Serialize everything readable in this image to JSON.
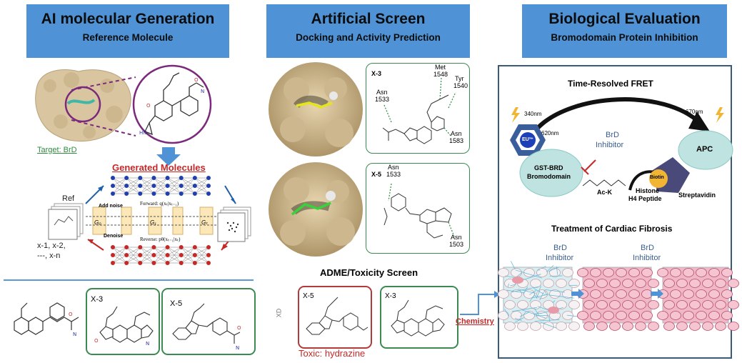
{
  "panels": {
    "left": {
      "title": "AI molecular Generation",
      "subtitle": "Reference Molecule"
    },
    "middle": {
      "title": "Artificial Screen",
      "subtitle": "Docking and Activity Prediction"
    },
    "right": {
      "title": "Biological Evaluation",
      "subtitle": "Bromodomain Protein Inhibition"
    }
  },
  "left": {
    "target_label": "Target: BrD",
    "generated_title": "Generated Molecules",
    "ref_label": "Ref",
    "output_label_1": "x-1, x-2,",
    "output_label_2": "---, x-n",
    "add_noise": "Add noise",
    "denoise": "Denoise",
    "forward": "Forward: q(xₜ|xₜ₋₁)",
    "reverse": "Reverse: pθ(xₜ₋₁|xₜ)",
    "g0": "G₀",
    "g1": "G₁",
    "gt": "Gₜ",
    "mol_x3": "X-3",
    "mol_x5": "X-5"
  },
  "middle": {
    "x3_label": "X-3",
    "x5_label": "X-5",
    "res_met": "Met",
    "res_met_num": "1548",
    "res_tyr": "Tyr",
    "res_tyr_num": "1540",
    "res_asn1": "Asn",
    "res_asn1_num": "1533",
    "res_asn2": "Asn",
    "res_asn2_num": "1583",
    "res_asn3": "Asn",
    "res_asn3_num": "1533",
    "res_asn4": "Asn",
    "res_asn4_num": "1503",
    "adme_title": "ADME/Toxicity Screen",
    "adme_x5": "X-5",
    "adme_x3": "X-3",
    "toxic_label": "Toxic: hydrazine",
    "chemistry_label": "Chemistry",
    "xd_label": "XD"
  },
  "right": {
    "fret_title": "Time-Resolved FRET",
    "nm340": "340nm",
    "nm620": "620nm",
    "nm670": "670nm",
    "eu": "EU³⁺",
    "brd_inh_1": "BrD",
    "brd_inh_2": "Inhibitor",
    "apc": "APC",
    "gst_1": "GST-BRD",
    "gst_2": "Bromodomain",
    "ack": "Ac-K",
    "biotin": "Biotin",
    "histone_1": "Histone",
    "histone_2": "H4 Peptide",
    "strep": "Streptavidin",
    "cardiac_title": "Treatment of Cardiac Fibrosis",
    "inh_a_1": "BrD",
    "inh_a_2": "Inhibitor",
    "inh_b_1": "BrD",
    "inh_b_2": "Inhibitor"
  },
  "colors": {
    "header_blue": "#4f93d6",
    "box_green": "#3c8a52",
    "box_red": "#b23a3a",
    "text_red": "#c62828",
    "protein_tan": "#d9c6a1",
    "text_blue": "#3a5e8c"
  }
}
